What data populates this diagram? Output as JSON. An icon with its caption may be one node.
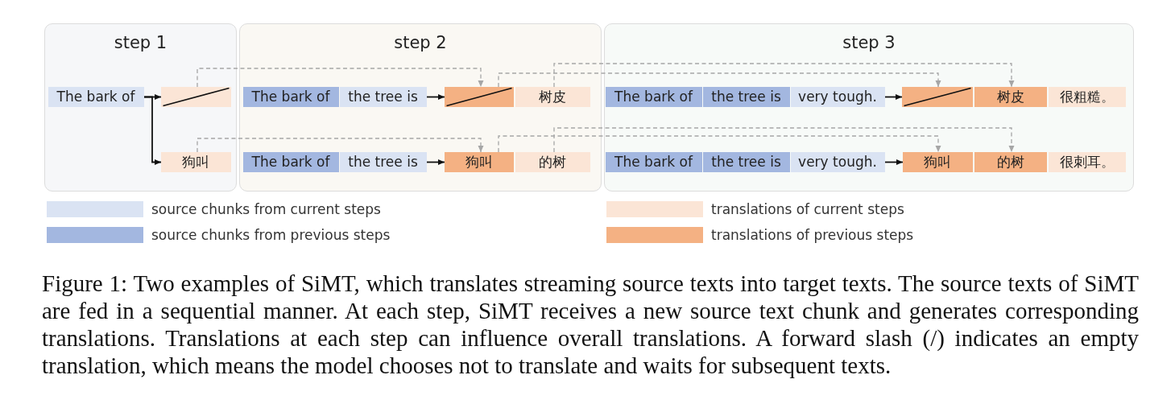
{
  "diagram": {
    "caption": "Figure 1: Two examples of SiMT, which translates streaming source texts into target texts. The source texts of SiMT are fed in a sequential manner. At each step, SiMT receives a new source text chunk and generates corresponding translations. Translations at each step can influence overall translations. A forward slash (/) indicates an empty translation, which means the model chooses not to translate and waits for subsequent texts.",
    "nodes": [
      {
        "text": [
          "step 1"
        ]
      },
      {
        "text": [
          "The bark of"
        ],
        "in": 0
      },
      {
        "text": [],
        "shape": "box",
        "in": 0
      },
      {
        "text": [
          "狗叫"
        ],
        "in": 0
      },
      {
        "text": [
          "step 2"
        ]
      },
      {
        "text": [
          "The bark of"
        ],
        "in": 4
      },
      {
        "text": [
          "the tree is"
        ],
        "in": 4
      },
      {
        "text": [],
        "shape": "box",
        "in": 4
      },
      {
        "text": [
          "树皮"
        ],
        "in": 4
      },
      {
        "text": [
          "The bark of"
        ],
        "in": 4
      },
      {
        "text": [
          "the tree is"
        ],
        "in": 4
      },
      {
        "text": [
          "狗叫"
        ],
        "in": 4
      },
      {
        "text": [
          "的树"
        ],
        "in": 4
      },
      {
        "text": [
          "step 3"
        ]
      },
      {
        "text": [
          "The bark of"
        ],
        "in": 13
      },
      {
        "text": [
          "the tree is"
        ],
        "in": 13
      },
      {
        "text": [
          "very tough."
        ],
        "in": 13
      },
      {
        "text": [],
        "shape": "box",
        "in": 13
      },
      {
        "text": [
          "树皮"
        ],
        "in": 13
      },
      {
        "text": [
          "很粗糙。"
        ],
        "in": 13
      },
      {
        "text": [
          "The bark of"
        ],
        "in": 13
      },
      {
        "text": [
          "the tree is"
        ],
        "in": 13
      },
      {
        "text": [
          "very tough."
        ],
        "in": 13
      },
      {
        "text": [
          "狗叫"
        ],
        "in": 13
      },
      {
        "text": [
          "的树"
        ],
        "in": 13
      },
      {
        "text": [
          "很刺耳。"
        ],
        "in": 13
      }
    ],
    "edges": [
      {
        "from": 1,
        "to": 2,
        "arrow": "to"
      },
      {
        "from": 1,
        "to": 3,
        "arrow": "to"
      },
      {
        "from": 2,
        "to": 7,
        "arrow": "to",
        "style": "dashed",
        "color": "#a6a6a6"
      },
      {
        "from": 3,
        "to": 11,
        "arrow": "to",
        "style": "dashed",
        "color": "#a6a6a6"
      },
      {
        "from": 6,
        "to": 7,
        "arrow": "to"
      },
      {
        "from": 10,
        "to": 11,
        "arrow": "to"
      },
      {
        "from": 7,
        "to": 17,
        "arrow": "to",
        "style": "dashed",
        "color": "#a6a6a6"
      },
      {
        "from": 8,
        "to": 18,
        "arrow": "to",
        "style": "dashed",
        "color": "#a6a6a6"
      },
      {
        "from": 11,
        "to": 23,
        "arrow": "to",
        "style": "dashed",
        "color": "#a6a6a6"
      },
      {
        "from": 12,
        "to": 24,
        "arrow": "to",
        "style": "dashed",
        "color": "#a6a6a6"
      },
      {
        "from": 16,
        "to": 17,
        "arrow": "to"
      },
      {
        "from": 22,
        "to": 23,
        "arrow": "to"
      }
    ],
    "legend": [
      {
        "text": "source chunks from current steps",
        "color": "#dae3f3"
      },
      {
        "text": "source chunks from previous steps",
        "color": "#a3b7e0"
      },
      {
        "text": "translations of current steps",
        "color": "#fbe5d6"
      },
      {
        "text": "translations of previous steps",
        "color": "#f4b183"
      }
    ]
  }
}
